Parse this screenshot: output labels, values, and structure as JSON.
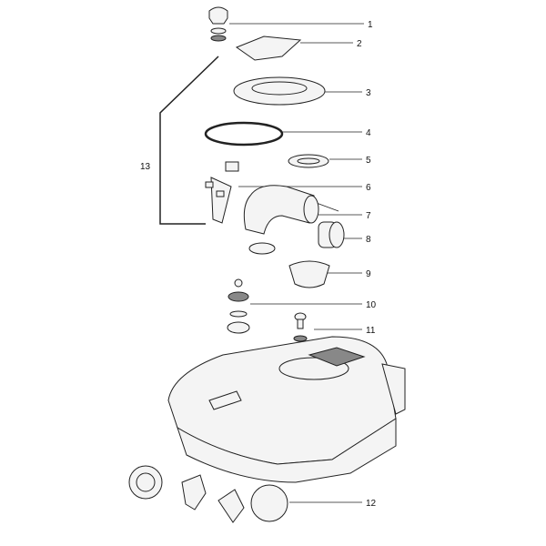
{
  "title": "Exploded parts diagram",
  "callouts": [
    "1",
    "2",
    "3",
    "4",
    "5",
    "6",
    "7",
    "8",
    "9",
    "10",
    "11",
    "12",
    "13"
  ]
}
